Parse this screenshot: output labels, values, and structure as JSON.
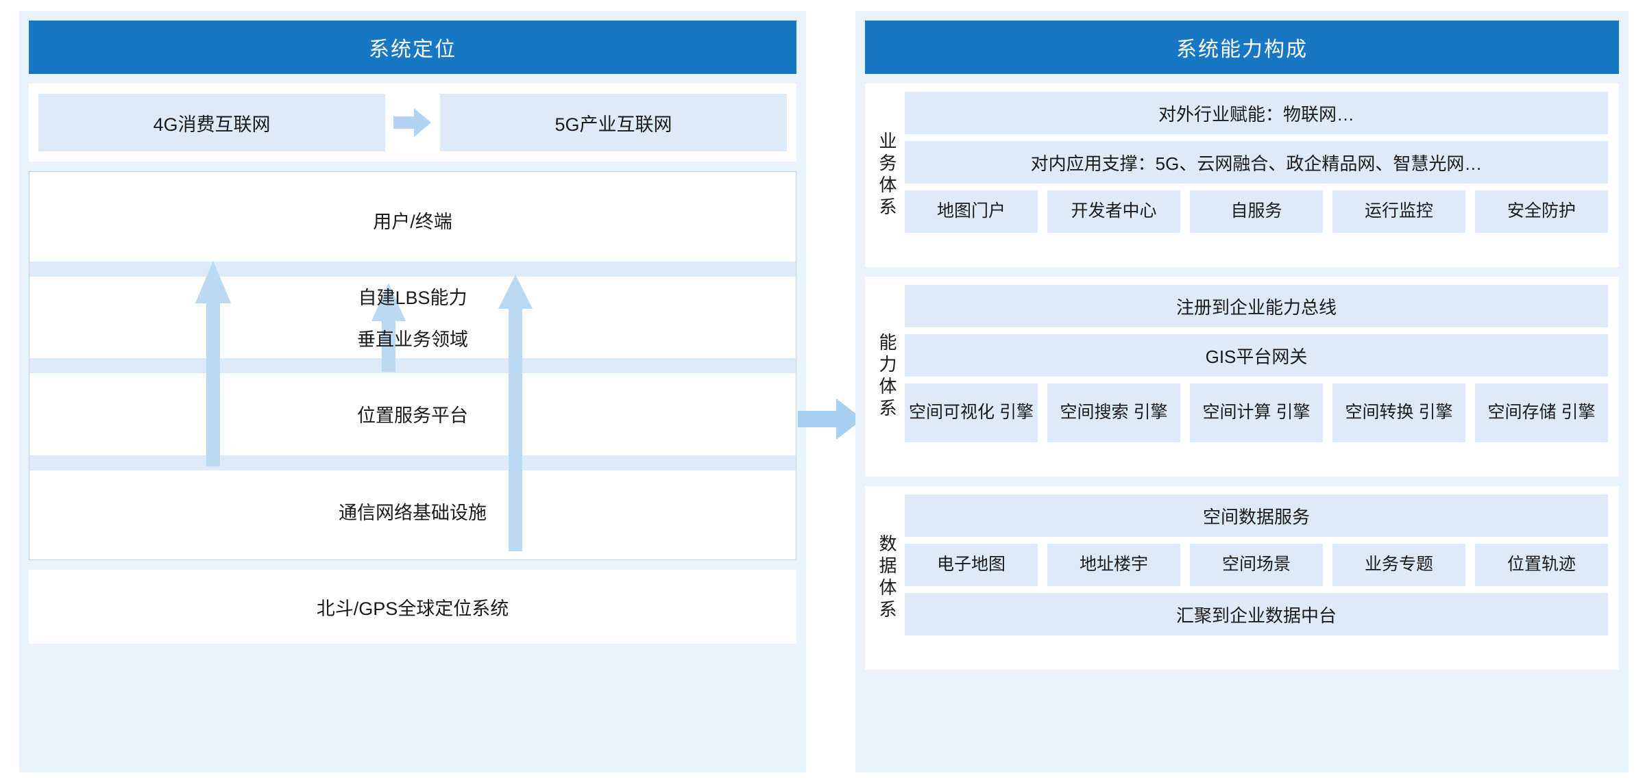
{
  "left_panel": {
    "title": "系统定位",
    "migration": {
      "from": "4G消费互联网",
      "to": "5G产业互联网",
      "arrow_icon": "right-arrow-icon"
    },
    "stack": {
      "rows": [
        {
          "label": "用户/终端"
        },
        {
          "label_a": "自建LBS能力",
          "label_b": "垂直业务领域"
        },
        {
          "label": "位置服务平台"
        },
        {
          "label": "通信网络基础设施"
        }
      ],
      "arrows": [
        "up-arrow-icon",
        "up-arrow-icon",
        "up-arrow-icon"
      ]
    },
    "foundation": "北斗/GPS全球定位系统"
  },
  "connector": {
    "icon": "right-arrow-icon"
  },
  "right_panel": {
    "title": "系统能力构成",
    "sections": [
      {
        "tag": "业务体系",
        "bars": [
          "对外行业赋能：物联网…",
          "对内应用支撑：5G、云网融合、政企精品网、智慧光网…"
        ],
        "chips": [
          "地图门户",
          "开发者中心",
          "自服务",
          "运行监控",
          "安全防护"
        ],
        "footer_bar": null
      },
      {
        "tag": "能力体系",
        "bars": [
          "注册到企业能力总线",
          "GIS平台网关"
        ],
        "chips": [
          "空间可视化\n引擎",
          "空间搜索\n引擎",
          "空间计算\n引擎",
          "空间转换\n引擎",
          "空间存储\n引擎"
        ],
        "footer_bar": null
      },
      {
        "tag": "数据体系",
        "bars": [
          "空间数据服务"
        ],
        "chips": [
          "电子地图",
          "地址楼宇",
          "空间场景",
          "业务专题",
          "位置轨迹"
        ],
        "footer_bar": "汇聚到企业数据中台"
      }
    ]
  },
  "colors": {
    "header_blue": "#1777c4",
    "panel_bg": "#eaf2fb",
    "chip_blue": "#ddeafa",
    "arrow_blue": "#b3d3f0",
    "border_blue": "#b7d4ee"
  }
}
